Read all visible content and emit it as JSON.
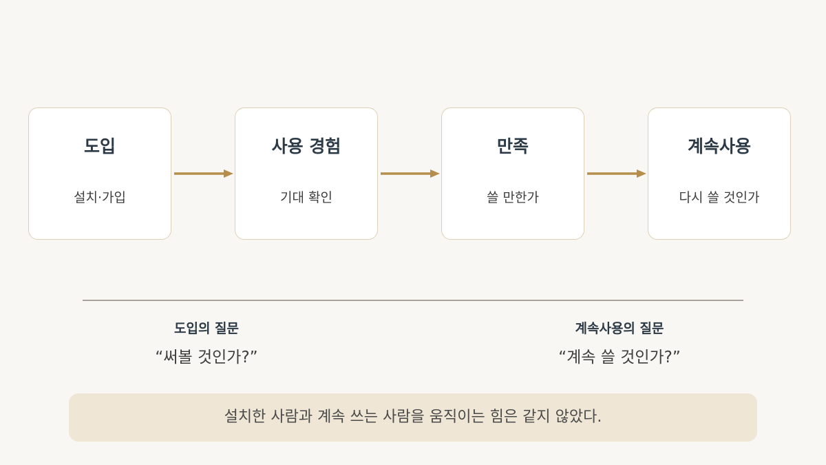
{
  "stages": [
    {
      "title": "도입",
      "desc": "설치·가입"
    },
    {
      "title": "사용 경험",
      "desc": "기대 확인"
    },
    {
      "title": "만족",
      "desc": "쓸 만한가"
    },
    {
      "title": "계속사용",
      "desc": "다시 쓸 것인가"
    }
  ],
  "questions": {
    "adoption": {
      "title": "도입의 질문",
      "text": "“써볼 것인가?”"
    },
    "retention": {
      "title": "계속사용의 질문",
      "text": "“계속 쓸 것인가?”"
    }
  },
  "summary": "설치한 사람과 계속 쓰는 사람을 움직이는 힘은 같지 않았다.",
  "colors": {
    "background": "#f9f7f3",
    "card_border": "#ddd0b8",
    "arrow": "#b58e4b",
    "summary_bg": "#efe6d6",
    "title_text": "#2c3a47"
  },
  "icons": {
    "connector": "arrow-right-icon"
  }
}
